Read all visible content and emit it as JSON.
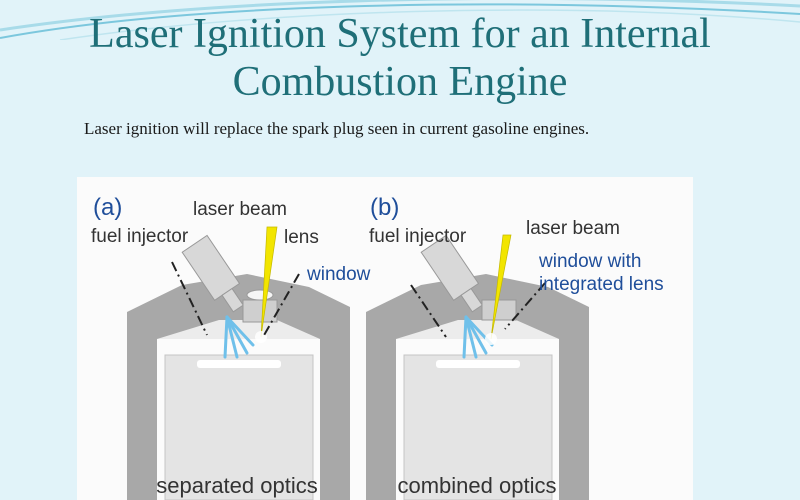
{
  "slide": {
    "title_line1": "Laser Ignition System for an Internal",
    "title_line2": "Combustion Engine",
    "subtitle": "Laser ignition will replace the spark plug seen in current gasoline engines."
  },
  "diagram": {
    "panel_a": {
      "tag": "(a)",
      "laser_beam": "laser beam",
      "fuel_injector": "fuel injector",
      "lens": "lens",
      "window": "window",
      "caption": "separated optics"
    },
    "panel_b": {
      "tag": "(b)",
      "fuel_injector": "fuel injector",
      "laser_beam": "laser beam",
      "window_line1": "window with",
      "window_line2": "integrated lens",
      "caption": "combined optics"
    }
  },
  "colors": {
    "title": "#1f6f78",
    "background": "#e1f3f9",
    "engine_gray": "#a8a8a8",
    "piston_light": "#e6e6e6",
    "laser_yellow": "#f2e500",
    "spray_blue": "#6fc0ea",
    "label_blue": "#1f4e9a"
  }
}
